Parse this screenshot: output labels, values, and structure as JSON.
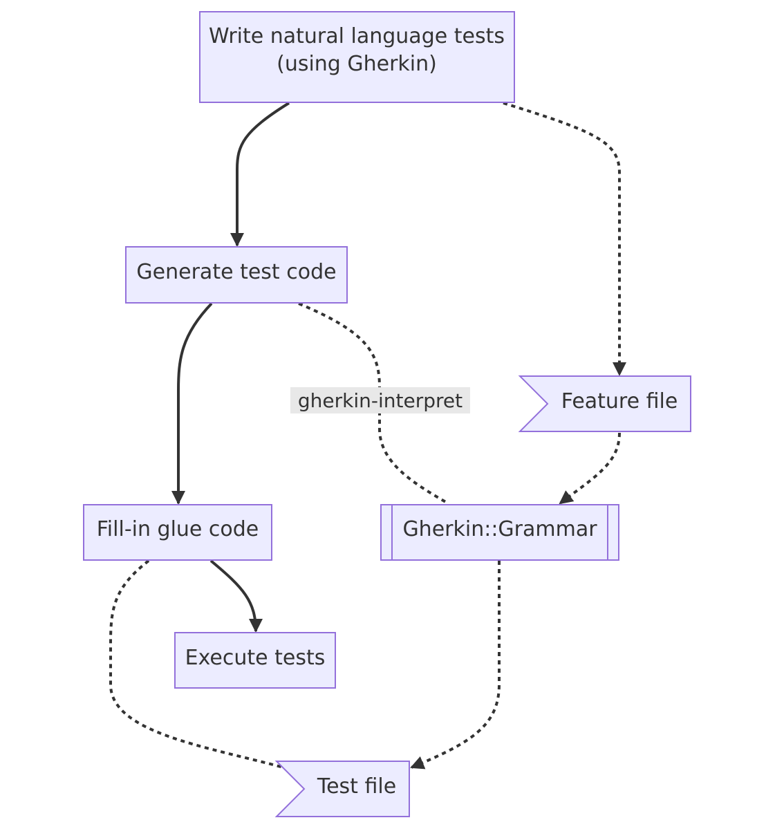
{
  "diagram": {
    "nodes": {
      "write_tests": {
        "line1": "Write natural language tests",
        "line2": "(using Gherkin)"
      },
      "generate_code": {
        "label": "Generate test code"
      },
      "feature_file": {
        "label": "Feature file"
      },
      "fill_glue": {
        "label": "Fill-in glue code"
      },
      "grammar": {
        "label": "Gherkin::Grammar"
      },
      "execute": {
        "label": "Execute tests"
      },
      "test_file": {
        "label": "Test file"
      }
    },
    "edges": {
      "generate_to_grammar": {
        "label": "gherkin-interpret"
      }
    },
    "colors": {
      "node_fill": "#ECECFF",
      "node_stroke": "#9370DB",
      "edge": "#333333",
      "text": "#333333",
      "edge_label_bg": "#e8e8e8"
    }
  }
}
